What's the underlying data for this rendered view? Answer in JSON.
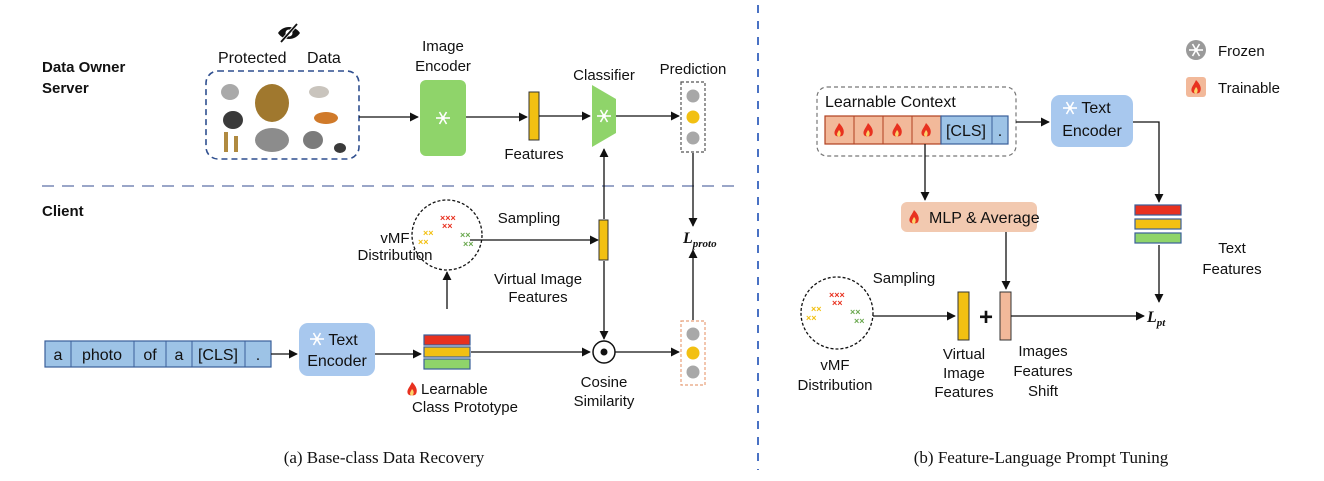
{
  "panel_a": {
    "data_owner_label_1": "Data Owner",
    "data_owner_label_2": "Server",
    "client_label": "Client",
    "protected_label": "Protected",
    "data_label": "Data",
    "image_encoder_1": "Image",
    "image_encoder_2": "Encoder",
    "classifier": "Classifier",
    "prediction": "Prediction",
    "features": "Features",
    "vmf_1": "vMF",
    "vmf_2": "Distribution",
    "sampling": "Sampling",
    "virtual_1": "Virtual Image",
    "virtual_2": "Features",
    "loss_main": "L",
    "loss_sub": "proto",
    "prompt_tokens": [
      "a",
      "photo",
      "of",
      "a",
      "[CLS]",
      "."
    ],
    "text_encoder_1": "Text",
    "text_encoder_2": "Encoder",
    "proto_1": "Learnable",
    "proto_2": "Class Prototype",
    "cosine_1": "Cosine",
    "cosine_2": "Similarity",
    "caption": "(a)  Base-class Data Recovery"
  },
  "panel_b": {
    "legend_frozen": "Frozen",
    "legend_trainable": "Trainable",
    "learnable_context": "Learnable Context",
    "cls_token": "[CLS]",
    "dot_token": ".",
    "text_encoder_1": "Text",
    "text_encoder_2": "Encoder",
    "mlp": "MLP & Average",
    "text_features_1": "Text",
    "text_features_2": "Features",
    "sampling": "Sampling",
    "vmf_1": "vMF",
    "vmf_2": "Distribution",
    "virtual_1": "Virtual",
    "virtual_2": "Image",
    "virtual_3": "Features",
    "shift_1": "Images",
    "shift_2": "Features",
    "shift_3": "Shift",
    "loss_main": "L",
    "loss_sub": "pt",
    "caption": "(b) Feature-Language Prompt Tuning"
  },
  "colors": {
    "green_block": "#8fd46a",
    "blue_block": "#a8c8ee",
    "token_blue": "#9dc3e6",
    "token_border": "#3a5f9a",
    "orange_flame": "#f2b99a",
    "yellow": "#f2c012",
    "red": "#e8311f",
    "divider": "#9aa6c8",
    "dashed_box": "#2f4f8f"
  }
}
